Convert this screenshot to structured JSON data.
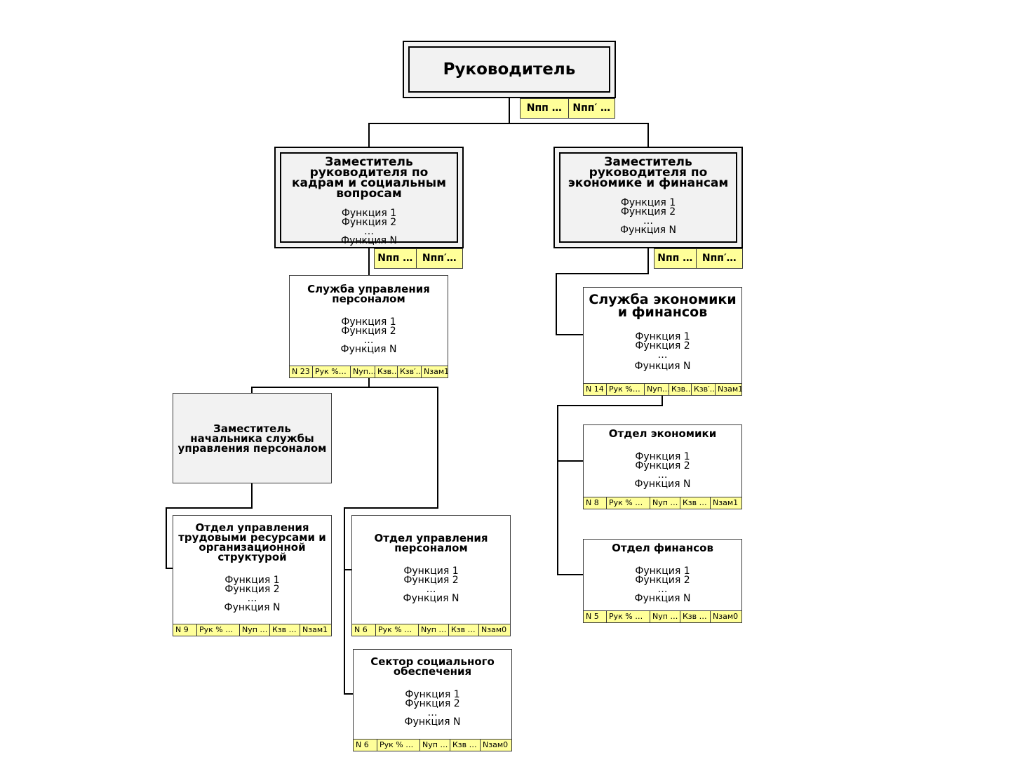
{
  "head": {
    "title": "Руководитель",
    "tags": [
      "Nпп …",
      "Nпп′ …"
    ]
  },
  "deputy_hr": {
    "title": "Заместитель руководителя по кадрам и социальным вопросам",
    "functions": [
      "Функция 1",
      "Функция 2",
      "…",
      "Функция N"
    ],
    "tags": [
      "Nпп …",
      "Nпп′…"
    ]
  },
  "deputy_econ": {
    "title": "Заместитель руководителя по экономике и финансам",
    "functions": [
      "Функция 1",
      "Функция 2",
      "…",
      "Функция N"
    ],
    "tags": [
      "Nпп …",
      "Nпп′…"
    ]
  },
  "hr_service": {
    "title": "Служба управления персоналом",
    "functions": [
      "Функция 1",
      "Функция 2",
      "…",
      "Функция N"
    ],
    "stats": [
      "N 23",
      "Рук %…",
      "Nуп…",
      "Кзв…",
      "Кзв′…",
      "Nзам1"
    ]
  },
  "econ_service": {
    "title": "Служба экономики и финансов",
    "functions": [
      "Функция 1",
      "Функция 2",
      "…",
      "Функция N"
    ],
    "stats": [
      "N 14",
      "Рук %…",
      "Nуп…",
      "Кзв…",
      "Кзв′…",
      "Nзам1"
    ]
  },
  "hr_deputy_chief": {
    "title": "Заместитель начальника службы управления персоналом"
  },
  "dept_labor": {
    "title": "Отдел управления трудовыми ресурсами и организационной структурой",
    "functions": [
      "Функция 1",
      "Функция 2",
      "…",
      "Функция N"
    ],
    "stats": [
      "N 9",
      "Рук % …",
      "Nуп …",
      "Кзв …",
      "Nзам1"
    ]
  },
  "dept_personnel": {
    "title": "Отдел управления персоналом",
    "functions": [
      "Функция 1",
      "Функция 2",
      "…",
      "Функция N"
    ],
    "stats": [
      "N 6",
      "Рук % …",
      "Nуп …",
      "Кзв …",
      "Nзам0"
    ]
  },
  "sector_social": {
    "title": "Сектор социального обеспечения",
    "functions": [
      "Функция 1",
      "Функция 2",
      "…",
      "Функция N"
    ],
    "stats": [
      "N 6",
      "Рук % …",
      "Nуп …",
      "Кзв …",
      "Nзам0"
    ]
  },
  "dept_econ": {
    "title": "Отдел экономики",
    "functions": [
      "Функция 1",
      "Функция 2",
      "…",
      "Функция N"
    ],
    "stats": [
      "N 8",
      "Рук % …",
      "Nуп …",
      "Кзв …",
      "Nзам1"
    ]
  },
  "dept_finance": {
    "title": "Отдел финансов",
    "functions": [
      "Функция 1",
      "Функция 2",
      "…",
      "Функция N"
    ],
    "stats": [
      "N 5",
      "Рук % …",
      "Nуп …",
      "Кзв …",
      "Nзам0"
    ]
  }
}
